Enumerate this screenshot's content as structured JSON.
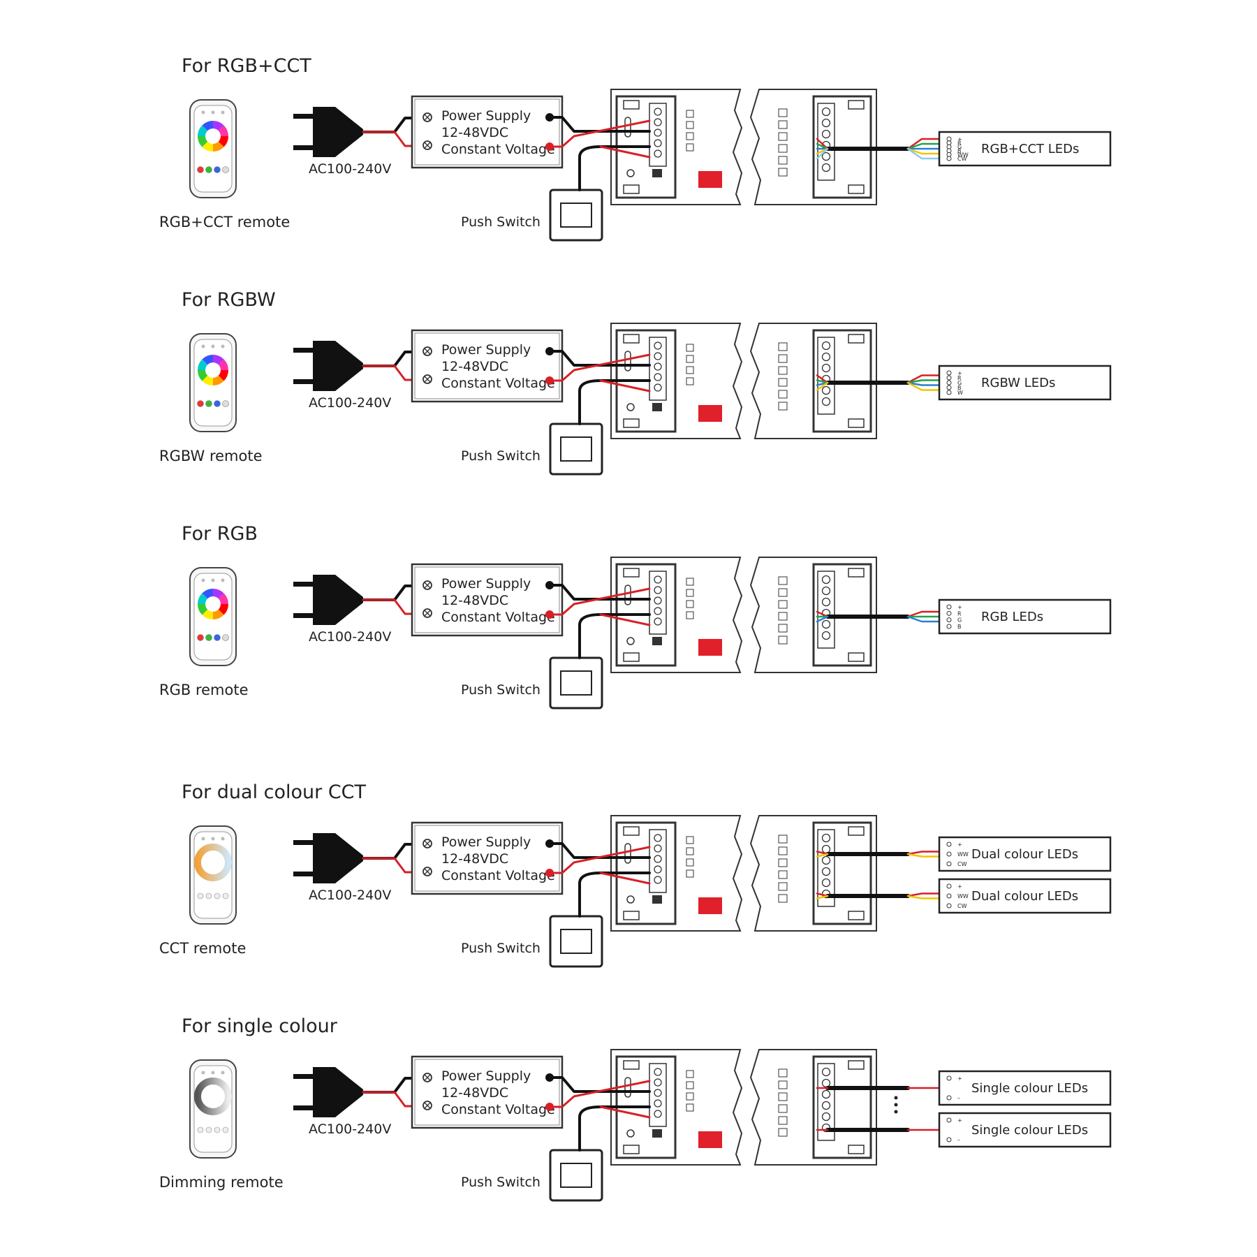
{
  "colors": {
    "red": "#d81f26",
    "green": "#21a34a",
    "blue": "#2a7fd0",
    "yellow": "#f2c400",
    "light_blue": "#8ec9ec",
    "cable": "#111111",
    "dip_red": "#e0202a"
  },
  "common": {
    "power_supply": [
      "Power Supply",
      "12-48VDC",
      "Constant Voltage"
    ],
    "ac_label": "AC100-240V",
    "push_switch": "Push Switch"
  },
  "sections": [
    {
      "title": "For RGB+CCT",
      "remote_label": "RGB+CCT remote",
      "remote_icon": "rgb-color-wheel",
      "led_label": "RGB+CCT LEDs",
      "led_pins": [
        "+",
        "R",
        "G",
        "B",
        "WW",
        "CW"
      ],
      "wire_colors": [
        "red",
        "green",
        "blue",
        "yellow",
        "light_blue"
      ]
    },
    {
      "title": "For RGBW",
      "remote_label": "RGBW remote",
      "remote_icon": "rgb-color-wheel",
      "led_label": "RGBW LEDs",
      "led_pins": [
        "+",
        "R",
        "G",
        "B",
        "W"
      ],
      "wire_colors": [
        "red",
        "green",
        "blue",
        "yellow"
      ]
    },
    {
      "title": "For RGB",
      "remote_label": "RGB remote",
      "remote_icon": "rgb-color-wheel",
      "led_label": "RGB LEDs",
      "led_pins": [
        "+",
        "R",
        "G",
        "B"
      ],
      "wire_colors": [
        "red",
        "green",
        "blue"
      ]
    },
    {
      "title": "For dual colour CCT",
      "remote_label": "CCT remote",
      "remote_icon": "cct-wheel",
      "led_label": "Dual colour LEDs",
      "led_pins": [
        "+",
        "WW",
        "CW"
      ],
      "wire_colors": [
        "red",
        "yellow"
      ]
    },
    {
      "title": "For single colour",
      "remote_label": "Dimming remote",
      "remote_icon": "dimming-wheel",
      "led_label": "Single colour LEDs",
      "led_pins": [
        "+",
        "–"
      ],
      "wire_colors": [
        "red"
      ]
    }
  ]
}
